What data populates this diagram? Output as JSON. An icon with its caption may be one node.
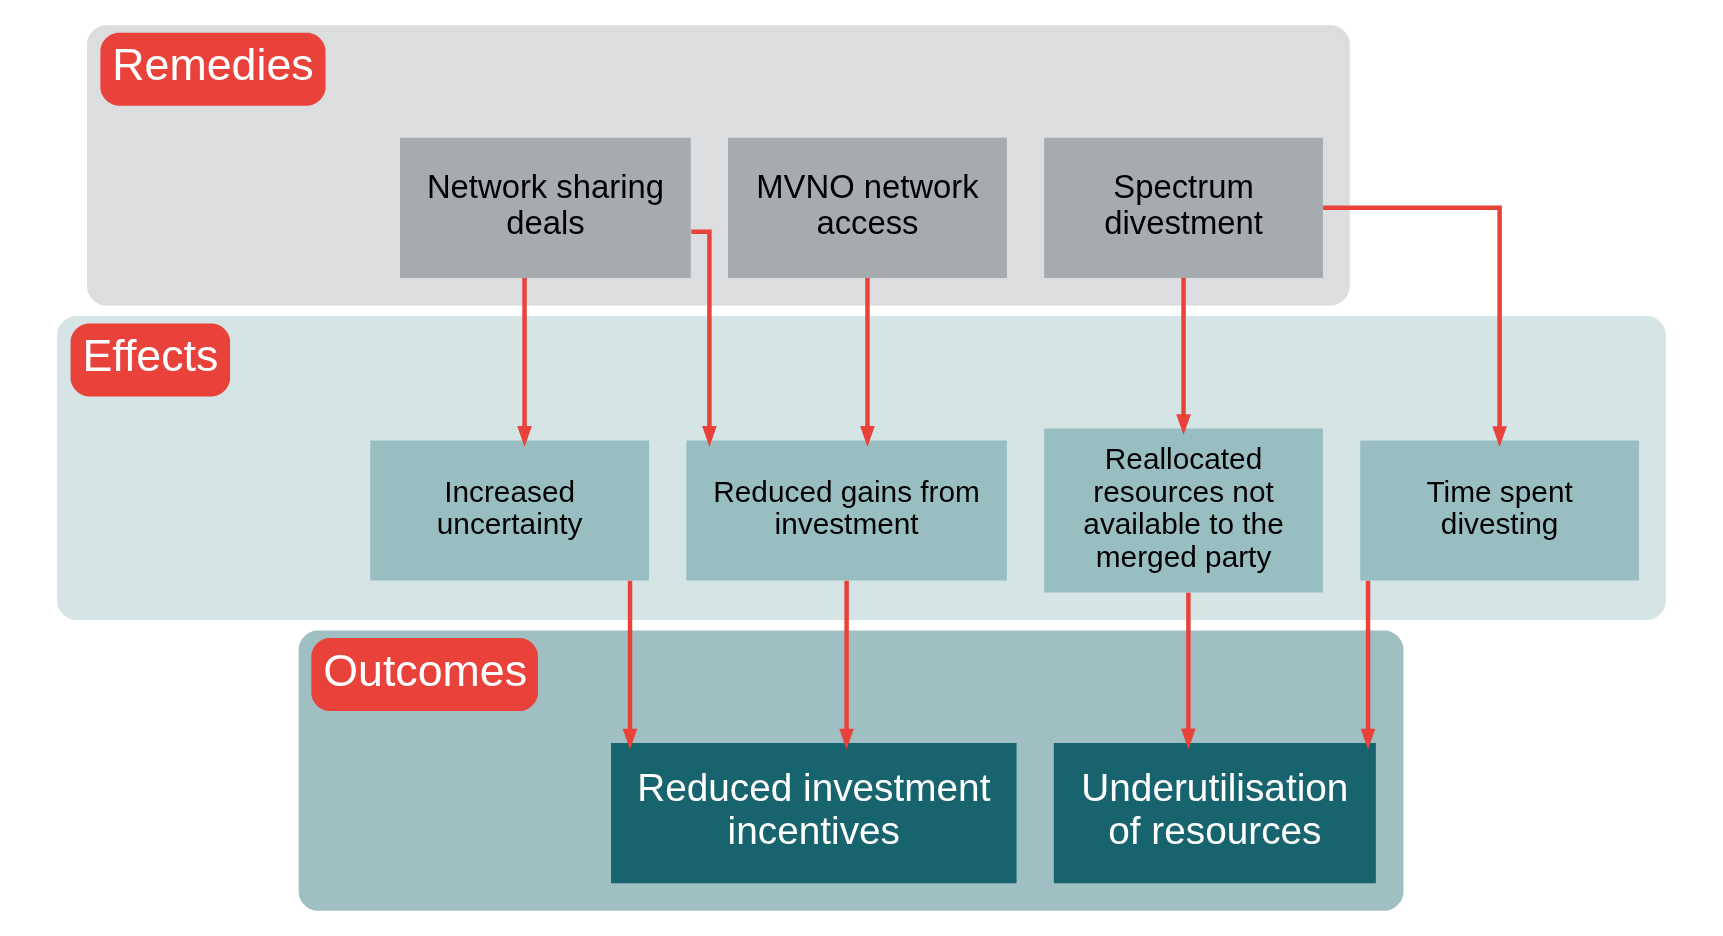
{
  "diagram": {
    "nodes": [
      {
        "text": [
          "Remedies"
        ]
      },
      {
        "text": [
          "Network sharing deals"
        ],
        "in": 0
      },
      {
        "text": [
          "MVNO network access"
        ],
        "in": 0
      },
      {
        "text": [
          "Spectrum divestment"
        ],
        "in": 0
      },
      {
        "text": [
          "Effects"
        ]
      },
      {
        "text": [
          "Increased uncertainty"
        ],
        "in": 4
      },
      {
        "text": [
          "Reduced gains from investment"
        ],
        "in": 4
      },
      {
        "text": [
          "Reallocated resources not available to the merged party"
        ],
        "in": 4
      },
      {
        "text": [
          "Time spent divesting"
        ],
        "in": 4
      },
      {
        "text": [
          "Outcomes"
        ]
      },
      {
        "text": [
          "Reduced investment incentives"
        ],
        "in": 9
      },
      {
        "text": [
          "Underutilisation of resources"
        ],
        "in": 9
      }
    ],
    "edges": [
      {
        "from": 1,
        "to": 5,
        "arrow": "to"
      },
      {
        "from": 1,
        "to": 6,
        "arrow": "to"
      },
      {
        "from": 2,
        "to": 6,
        "arrow": "to"
      },
      {
        "from": 3,
        "to": 7,
        "arrow": "to"
      },
      {
        "from": 3,
        "to": 8,
        "arrow": "to"
      },
      {
        "from": 5,
        "to": 10,
        "arrow": "to"
      },
      {
        "from": 6,
        "to": 10,
        "arrow": "to"
      },
      {
        "from": 7,
        "to": 11,
        "arrow": "to"
      },
      {
        "from": 8,
        "to": 11,
        "arrow": "to"
      }
    ]
  }
}
